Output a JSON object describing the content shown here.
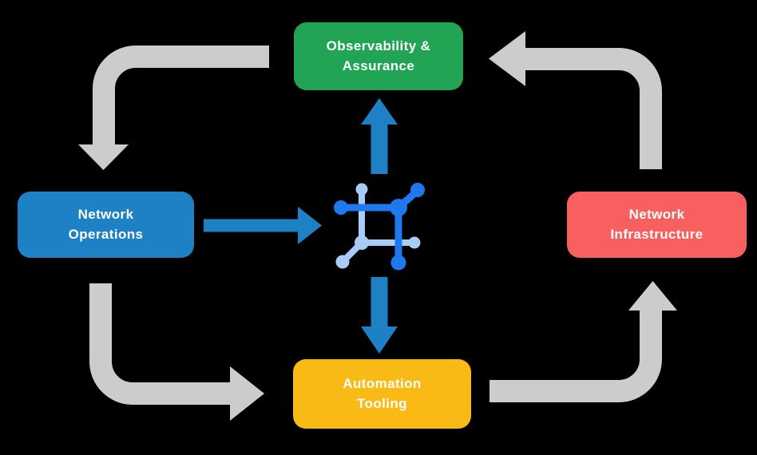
{
  "canvas": {
    "background": "#000000",
    "text_color": "#FFFFFF"
  },
  "nodes": {
    "observability": {
      "label": "Observability &\nAssurance",
      "color": "#21A454"
    },
    "operations": {
      "label": "Network\nOperations",
      "color": "#1E81C5"
    },
    "infrastructure": {
      "label": "Network\nInfrastructure",
      "color": "#F85F5F"
    },
    "automation": {
      "label": "Automation\nTooling",
      "color": "#F9BA15"
    }
  },
  "icon": {
    "name": "network-node-icon",
    "dark_color": "#1E79EE",
    "light_color": "#A9CCF6"
  },
  "arrows": {
    "gray": "#CCCCCC",
    "blue": "#1E81C5"
  }
}
